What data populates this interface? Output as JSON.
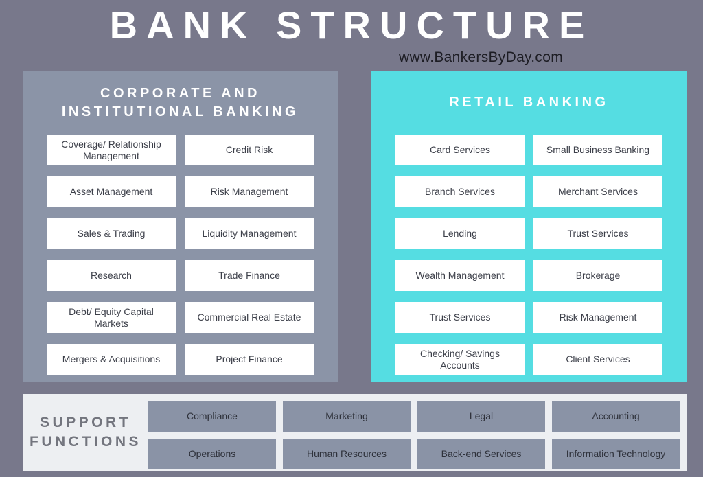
{
  "header": {
    "title": "BANK STRUCTURE",
    "website": "www.BankersByDay.com"
  },
  "corporate": {
    "title_lines": [
      "CORPORATE AND",
      "INSTITUTIONAL BANKING"
    ],
    "items": [
      "Coverage/ Relationship Management",
      "Credit Risk",
      "Asset Management",
      "Risk Management",
      "Sales & Trading",
      "Liquidity Management",
      "Research",
      "Trade Finance",
      "Debt/ Equity Capital Markets",
      "Commercial Real Estate",
      "Mergers & Acquisitions",
      "Project Finance"
    ]
  },
  "retail": {
    "title": "RETAIL BANKING",
    "items": [
      "Card Services",
      "Small Business Banking",
      "Branch Services",
      "Merchant Services",
      "Lending",
      "Trust Services",
      "Wealth Management",
      "Brokerage",
      "Trust Services",
      "Risk Management",
      "Checking/ Savings Accounts",
      "Client Services"
    ]
  },
  "support": {
    "title_lines": [
      "SUPPORT",
      "FUNCTIONS"
    ],
    "items": [
      "Compliance",
      "Marketing",
      "Legal",
      "Accounting",
      "Operations",
      "Human Resources",
      "Back-end Services",
      "Information Technology"
    ]
  },
  "colors": {
    "background": "#78788b",
    "corporate_panel": "#8b94a7",
    "retail_panel": "#55dde2",
    "support_panel": "#edeff2",
    "support_box": "#8a93a6",
    "box_text": "#3c3f49",
    "support_box_text": "#2e313a",
    "support_title_text": "#73757e",
    "title_text": "#ffffff",
    "subtitle_text": "#1d1d24"
  }
}
